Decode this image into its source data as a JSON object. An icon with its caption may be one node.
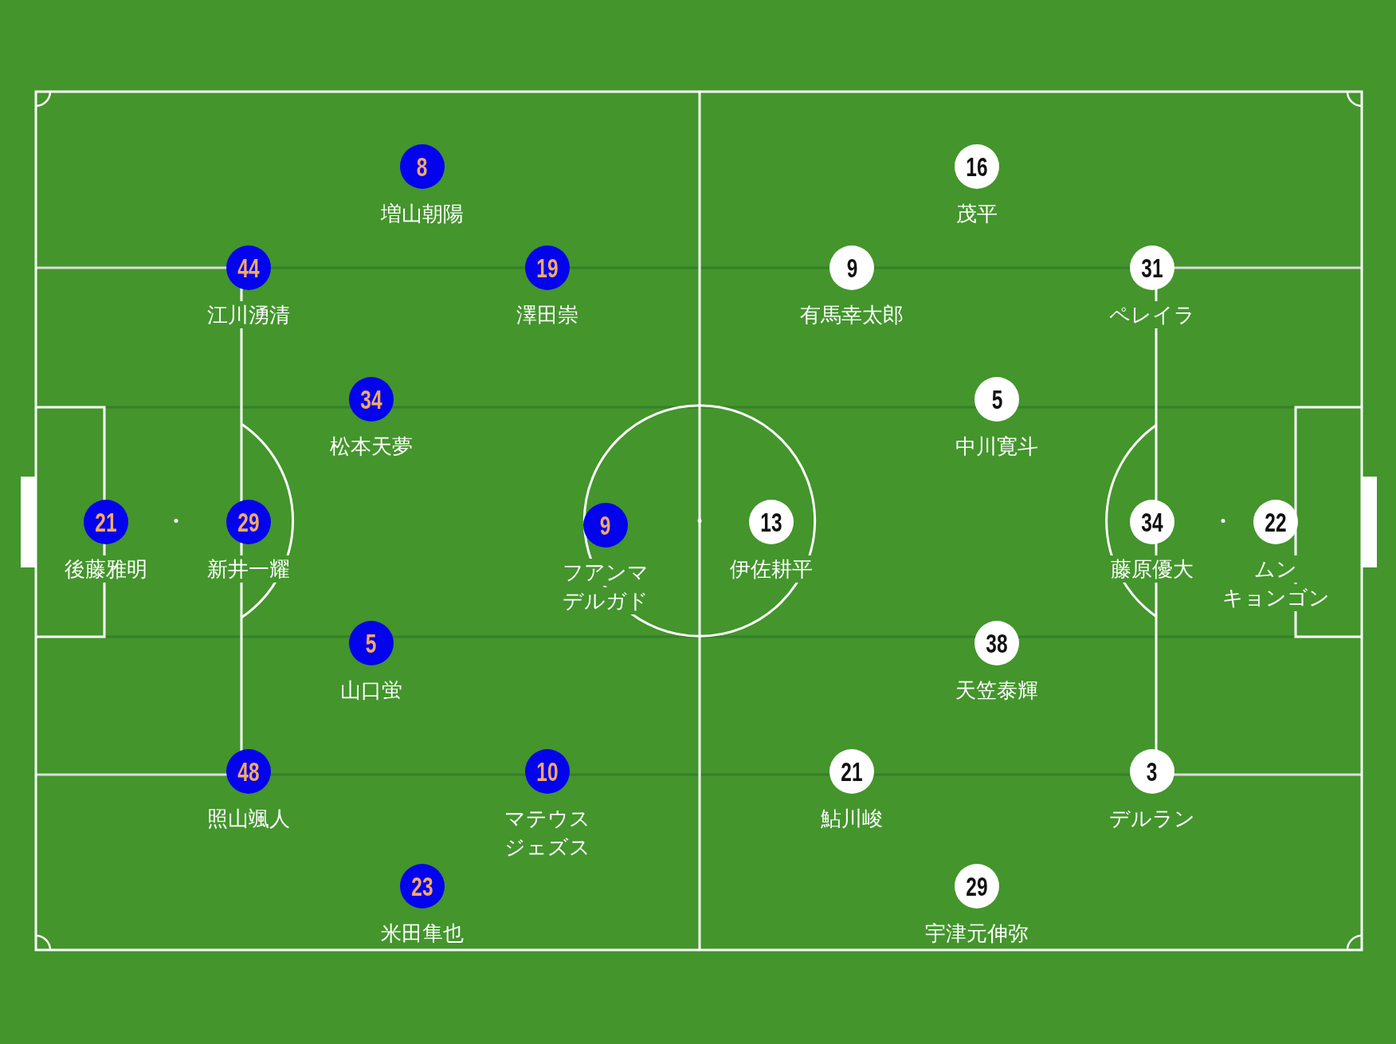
{
  "diagram": {
    "nodes": [
      {
        "text": [
          "8"
        ],
        "beside": [
          "増山朝陽"
        ]
      },
      {
        "text": [
          "44"
        ],
        "beside": [
          "江川湧清"
        ]
      },
      {
        "text": [
          "19"
        ],
        "beside": [
          "澤田崇"
        ]
      },
      {
        "text": [
          "34"
        ],
        "beside": [
          "松本天夢"
        ]
      },
      {
        "text": [
          "21"
        ],
        "beside": [
          "後藤雅明"
        ]
      },
      {
        "text": [
          "29"
        ],
        "beside": [
          "新井一耀"
        ]
      },
      {
        "text": [
          "9"
        ],
        "beside": [
          "フアンマ",
          "デルガド"
        ]
      },
      {
        "text": [
          "5"
        ],
        "beside": [
          "山口蛍"
        ]
      },
      {
        "text": [
          "48"
        ],
        "beside": [
          "照山颯人"
        ]
      },
      {
        "text": [
          "10"
        ],
        "beside": [
          "マテウス",
          "ジェズス"
        ]
      },
      {
        "text": [
          "23"
        ],
        "beside": [
          "米田隼也"
        ]
      },
      {
        "text": [
          "16"
        ],
        "beside": [
          "茂平"
        ]
      },
      {
        "text": [
          "9"
        ],
        "beside": [
          "有馬幸太郎"
        ]
      },
      {
        "text": [
          "31"
        ],
        "beside": [
          "ペレイラ"
        ]
      },
      {
        "text": [
          "5"
        ],
        "beside": [
          "中川寛斗"
        ]
      },
      {
        "text": [
          "13"
        ],
        "beside": [
          "伊佐耕平"
        ]
      },
      {
        "text": [
          "34"
        ],
        "beside": [
          "藤原優大"
        ]
      },
      {
        "text": [
          "22"
        ],
        "beside": [
          "ムン",
          "キョンゴン"
        ]
      },
      {
        "text": [
          "38"
        ],
        "beside": [
          "天笠泰輝"
        ]
      },
      {
        "text": [
          "21"
        ],
        "beside": [
          "鮎川峻"
        ]
      },
      {
        "text": [
          "3"
        ],
        "beside": [
          "デルラン"
        ]
      },
      {
        "text": [
          "29"
        ],
        "beside": [
          "宇津元伸弥"
        ]
      }
    ]
  }
}
